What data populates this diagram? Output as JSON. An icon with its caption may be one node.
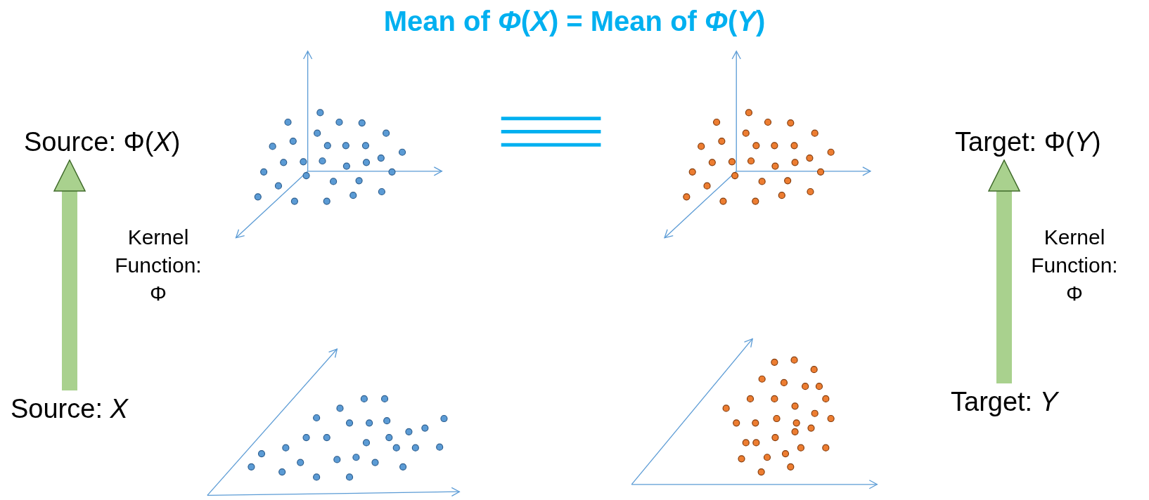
{
  "diagram": {
    "title": "Mean of *Φ*(*X*) = Mean of *Φ*(*Y*)",
    "nodes": [
      {
        "text": [
          "Source: Φ(*X*)"
        ]
      },
      {
        "text": [
          "Source: *X*"
        ]
      },
      {
        "text": [
          "Target: Φ(*Y*)"
        ]
      },
      {
        "text": [
          "Target: *Y*"
        ]
      }
    ],
    "edges": [
      {
        "from": 1,
        "to": 0,
        "arrow": "to",
        "label": "Kernel Function: Φ"
      },
      {
        "from": 3,
        "to": 2,
        "arrow": "to",
        "label": "Kernel Function: Φ"
      }
    ]
  }
}
